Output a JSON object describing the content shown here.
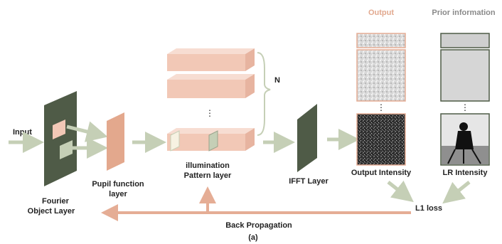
{
  "labels": {
    "input": "Input",
    "fourier_line1": "Fourier",
    "fourier_line2": "Object Layer",
    "pupil_line1": "Pupil function",
    "pupil_line2": "layer",
    "illum_line1": "illumination",
    "illum_line2": "Pattern layer",
    "n_label": "N",
    "ifft": "IFFT Layer",
    "output_header": "Output",
    "prior_header": "Prior information",
    "output_intensity": "Output Intensity",
    "lr_intensity": "LR Intensity",
    "l1_loss": "L1 loss",
    "back_propagation": "Back Propagation",
    "caption": "(a)"
  },
  "colors": {
    "arrow": "#c5cfb6",
    "back_arrow": "#e5ad95",
    "layer_dark": "#4f5b47",
    "pupil": "#e3a88d",
    "slab_top": "#f7ddd2",
    "slab_front": "#f2c8b6",
    "slab_side": "#e7b4a0",
    "output_header": "#e2a98f",
    "prior_header": "#8a8a8a"
  }
}
